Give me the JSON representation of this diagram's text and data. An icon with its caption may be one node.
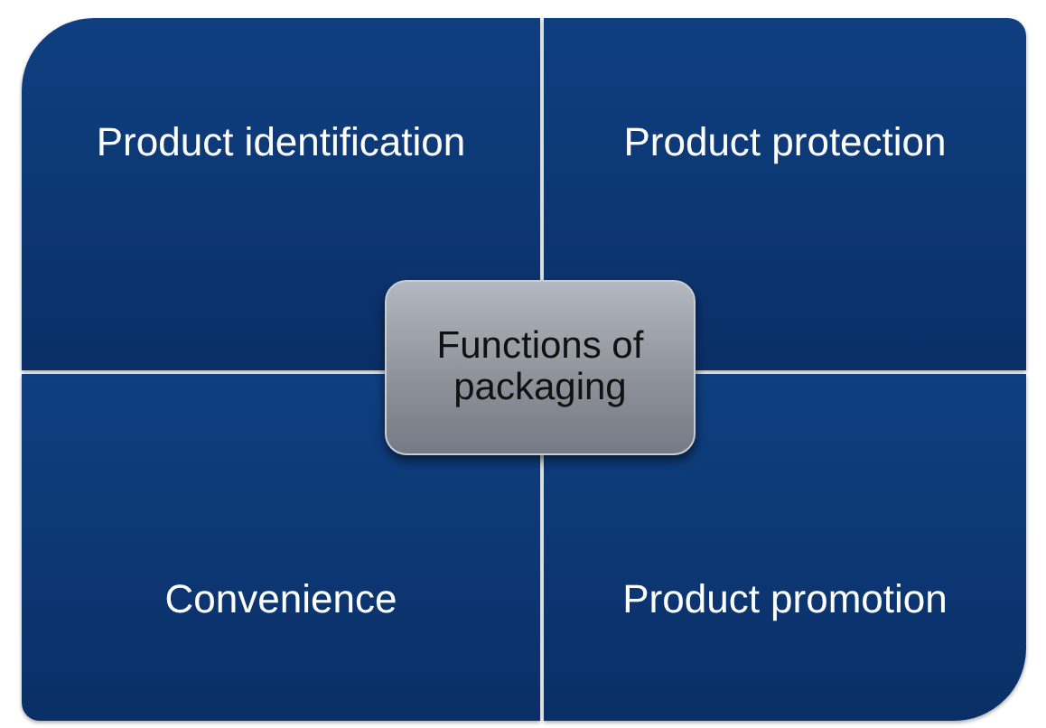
{
  "diagram": {
    "nodes": [
      {
        "text": [
          "Product identification"
        ]
      },
      {
        "text": [
          "Product protection"
        ]
      },
      {
        "text": [
          "Functions of packaging"
        ]
      },
      {
        "text": [
          "Convenience"
        ]
      },
      {
        "text": [
          "Product promotion"
        ]
      }
    ]
  }
}
